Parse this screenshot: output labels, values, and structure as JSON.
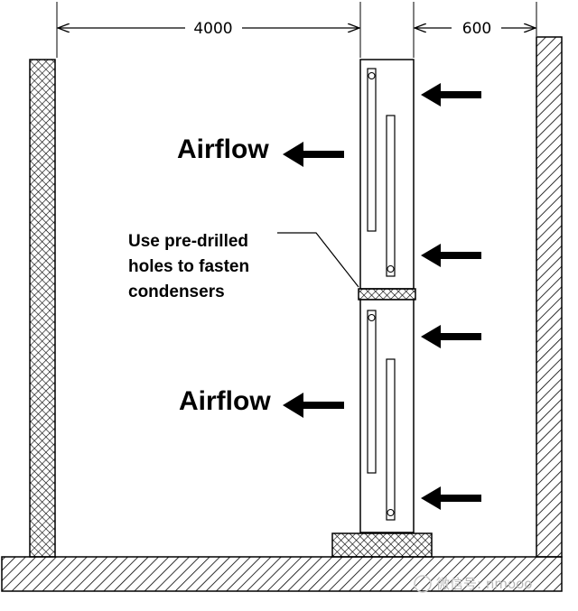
{
  "dimensions": {
    "left_span": "4000",
    "right_span": "600"
  },
  "airflow": {
    "upper_label": "Airflow",
    "lower_label": "Airflow"
  },
  "annotation": {
    "line1": "Use pre-drilled",
    "line2": "holes to fasten",
    "line3": "condensers"
  },
  "watermark": {
    "text": "微信号: nmooo"
  },
  "colors": {
    "ink": "#000000",
    "background": "#ffffff",
    "watermark": "#b8b8b8"
  }
}
